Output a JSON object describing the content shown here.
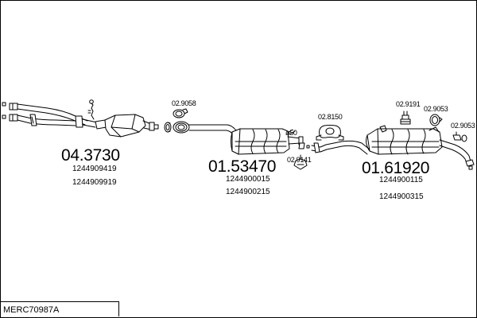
{
  "diagram_code": "MERC70987A",
  "sections": [
    {
      "id": "front",
      "number": "04.3730",
      "part_numbers": [
        "1244909419",
        "1244909919"
      ]
    },
    {
      "id": "middle",
      "number": "01.53470",
      "part_numbers": [
        "1244900015",
        "1244900215"
      ]
    },
    {
      "id": "rear",
      "number": "01.61920",
      "part_numbers": [
        "1244900115",
        "1244900315"
      ]
    }
  ],
  "accessories": [
    {
      "id": "ring",
      "code": "02.9058"
    },
    {
      "id": "clamp-mid",
      "code": "02.9141"
    },
    {
      "id": "diameter",
      "code": "ø50"
    },
    {
      "id": "hanger",
      "code": "02.8150"
    },
    {
      "id": "rubber",
      "code": "02.9191"
    },
    {
      "id": "ring-rear",
      "code": "02.9053"
    },
    {
      "id": "ring-tail",
      "code": "02.9053"
    }
  ]
}
